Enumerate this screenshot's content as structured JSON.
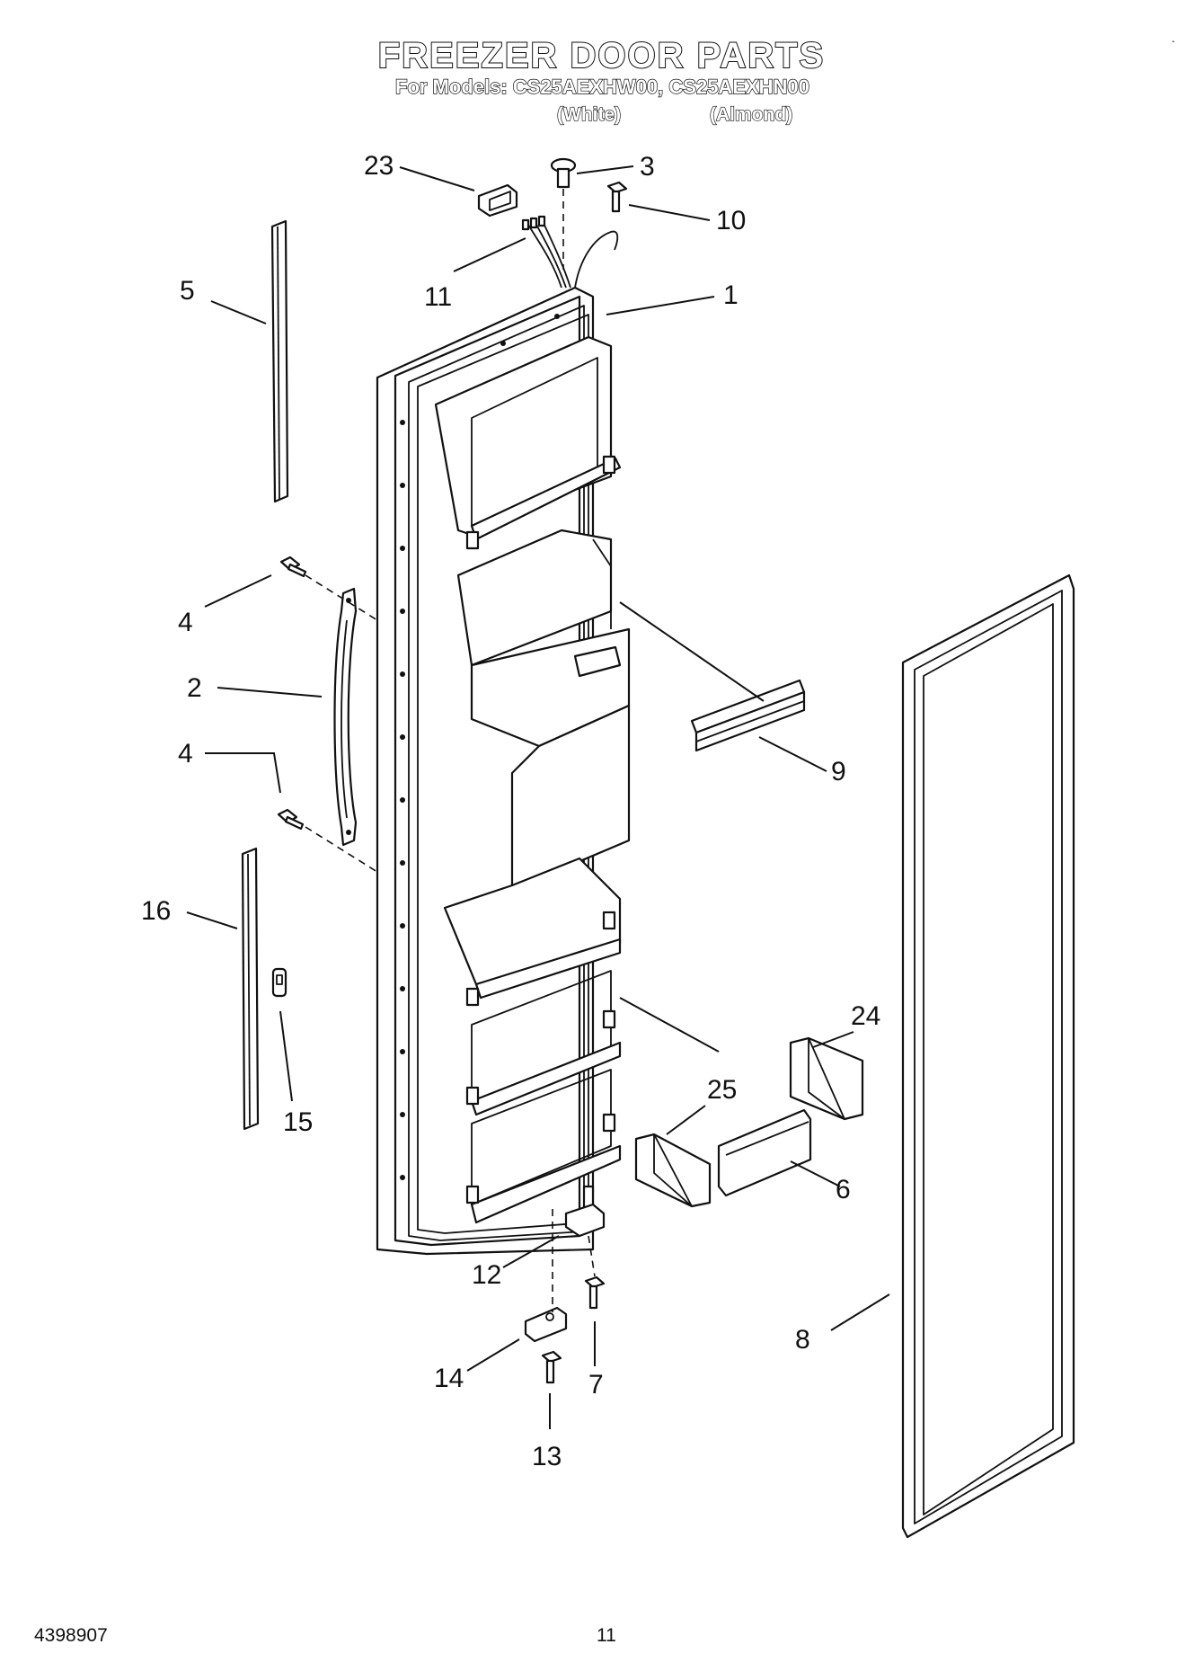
{
  "header": {
    "title": "FREEZER DOOR PARTS",
    "models_line": "For Models: CS25AEXHW00, CS25AEXHN00",
    "variant_white": "(White)",
    "variant_almond": "(Almond)"
  },
  "footer": {
    "doc_number": "4398907",
    "page_number": "11",
    "corner_mark": "."
  },
  "callouts": [
    "23",
    "3",
    "10",
    "11",
    "1",
    "5",
    "4",
    "2",
    "4",
    "9",
    "16",
    "24",
    "15",
    "25",
    "6",
    "12",
    "8",
    "7",
    "14",
    "13"
  ]
}
